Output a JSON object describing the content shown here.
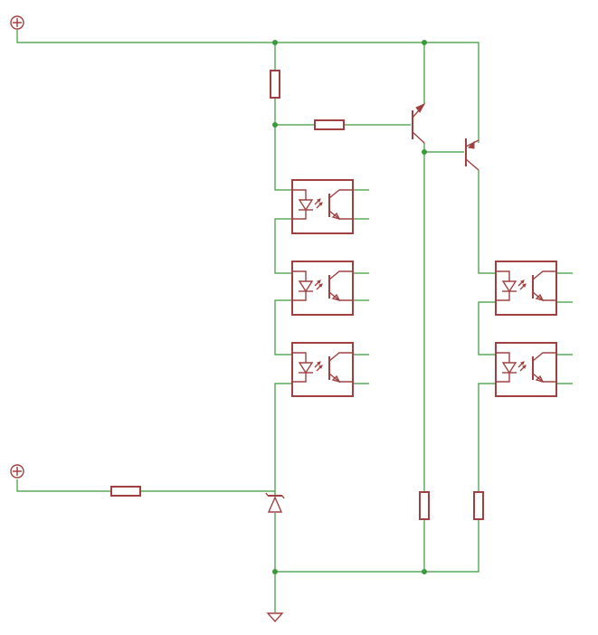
{
  "canvas": {
    "background": "#ffffff"
  },
  "colors": {
    "wire": "#3a9a3a",
    "component": "#a04040",
    "junction": "#3a9a3a"
  },
  "diagram": {
    "type": "electronic-schematic",
    "terminals": [
      {
        "id": "supply-top",
        "symbol": "circled-plus"
      },
      {
        "id": "supply-bottom",
        "symbol": "circled-plus"
      }
    ],
    "ground": {
      "symbol": "triangle-down"
    },
    "resistors": [
      {
        "id": "r-top-vertical",
        "orientation": "vertical"
      },
      {
        "id": "r-base",
        "orientation": "horizontal"
      },
      {
        "id": "r-input",
        "orientation": "horizontal"
      },
      {
        "id": "r-emitter-1",
        "orientation": "vertical"
      },
      {
        "id": "r-emitter-2",
        "orientation": "vertical"
      }
    ],
    "transistors": [
      {
        "id": "q1",
        "type": "npn"
      },
      {
        "id": "q2",
        "type": "npn"
      }
    ],
    "zener": {
      "id": "d-zener",
      "orientation": "vertical"
    },
    "optocouplers": [
      {
        "id": "opto-l1",
        "column": "left"
      },
      {
        "id": "opto-l2",
        "column": "left"
      },
      {
        "id": "opto-l3",
        "column": "left"
      },
      {
        "id": "opto-r1",
        "column": "right"
      },
      {
        "id": "opto-r2",
        "column": "right"
      }
    ]
  }
}
